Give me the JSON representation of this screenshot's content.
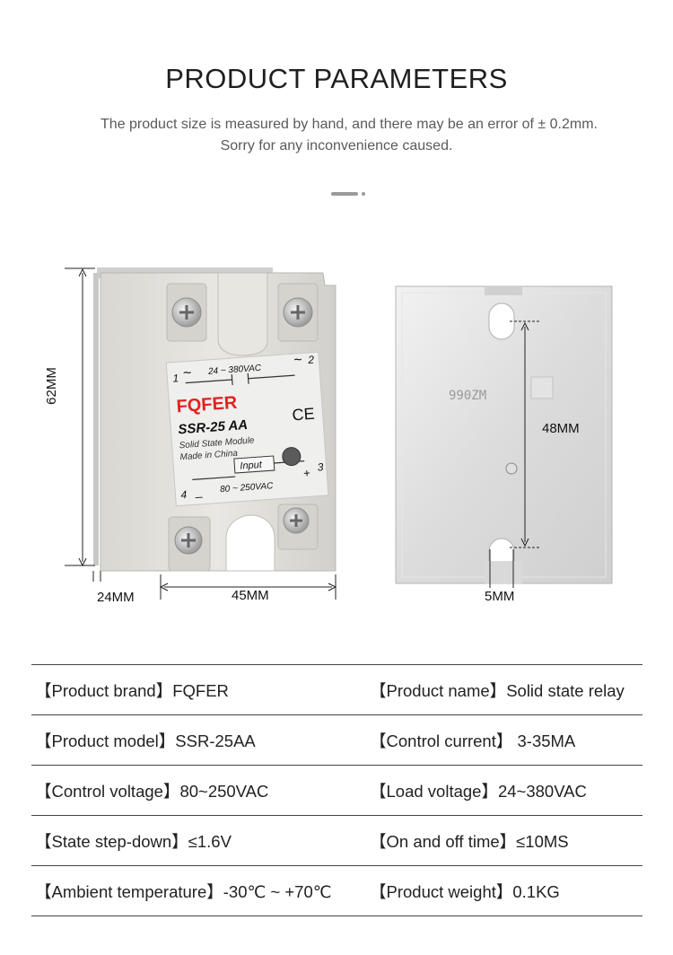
{
  "header": {
    "title": "PRODUCT PARAMETERS",
    "subtitle_line1": "The product size is measured by hand, and there may be an error of ± 0.2mm.",
    "subtitle_line2": "Sorry for any inconvenience caused."
  },
  "relay_front": {
    "height_label": "62MM",
    "depth_label": "24MM",
    "width_label": "45MM",
    "brand_logo": "FQFER",
    "model": "SSR-25 AA",
    "ce_mark": "CE",
    "desc_line1": "Solid State Module",
    "desc_line2": "Made in China",
    "load_voltage": "24 ~ 380VAC",
    "input_label": "Input",
    "control_voltage": "80 ~ 250VAC",
    "terminal_1": "1",
    "terminal_2": "2",
    "terminal_3": "3",
    "terminal_4": "4",
    "ac_symbol": "~",
    "minus_symbol": "_",
    "plus_symbol": "+"
  },
  "relay_back": {
    "hole_distance_label": "48MM",
    "slot_width_label": "5MM",
    "stamp_text": "990ZM"
  },
  "specs": [
    {
      "left_key": "【Product brand】",
      "left_val": "FQFER",
      "right_key": "【Product name】",
      "right_val": "Solid state relay"
    },
    {
      "left_key": "【Product model】",
      "left_val": "SSR-25AA",
      "right_key": "【Control current】",
      "right_val": " 3-35MA"
    },
    {
      "left_key": "【Control voltage】",
      "left_val": "80~250VAC",
      "right_key": "【Load voltage】",
      "right_val": "24~380VAC"
    },
    {
      "left_key": "【State step-down】",
      "left_val": "≤1.6V",
      "right_key": "【On and off time】",
      "right_val": "≤10MS"
    },
    {
      "left_key": "【Ambient temperature】",
      "left_val": "-30℃ ~ +70℃",
      "right_key": "【Product weight】",
      "right_val": "0.1KG"
    }
  ]
}
